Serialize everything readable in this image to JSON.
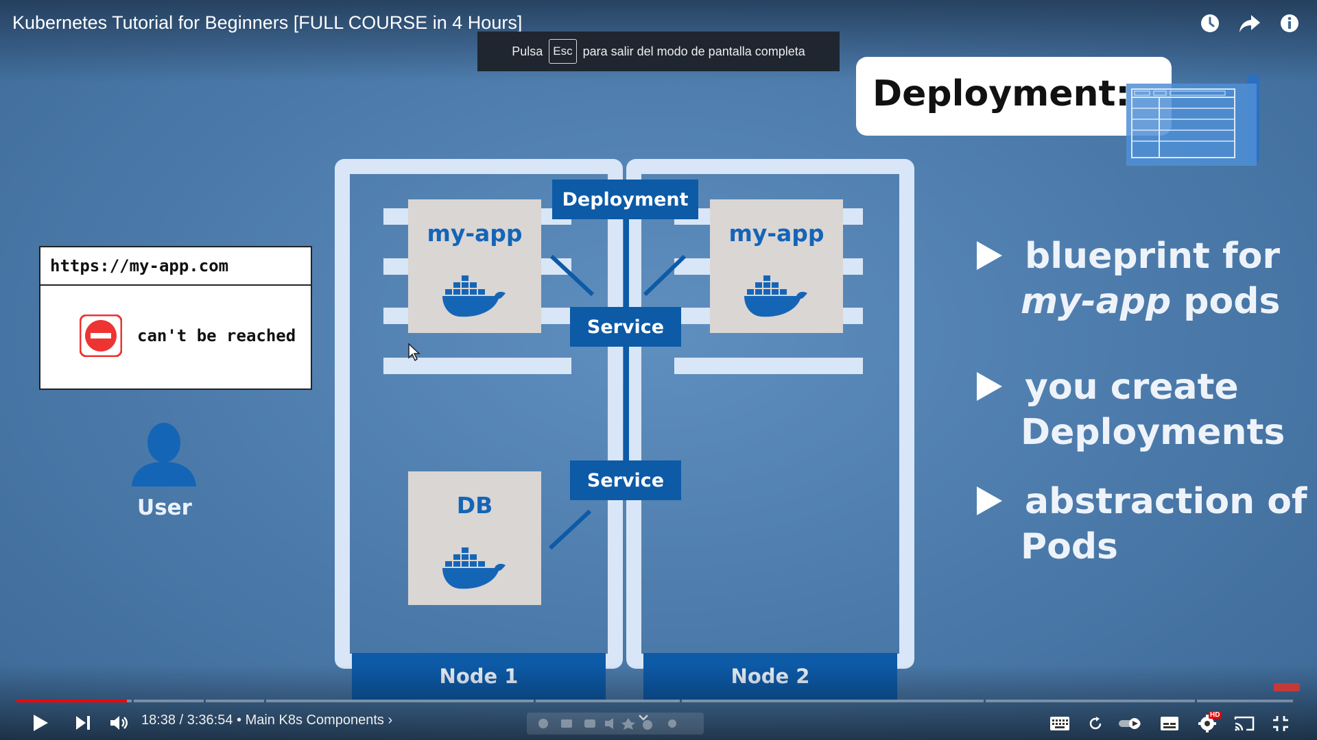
{
  "header": {
    "video_title": "Kubernetes Tutorial for Beginners [FULL COURSE in 4 Hours]",
    "icons": [
      "clock-icon",
      "share-icon",
      "info-icon"
    ]
  },
  "fullscreen_toast": {
    "before": "Pulsa",
    "key": "Esc",
    "after": "para salir del modo de pantalla completa"
  },
  "slide": {
    "card_title": "Deployment:",
    "browser": {
      "url": "https://my-app.com",
      "error": "can't be reached"
    },
    "user_label": "User",
    "deployment_label": "Deployment",
    "service_top": "Service",
    "service_bottom": "Service",
    "pod_left": "my-app",
    "pod_right": "my-app",
    "db_label": "DB",
    "node1": "Node 1",
    "node2": "Node 2",
    "bullets": [
      {
        "line1": "blueprint for",
        "line2_em": "my-app",
        "line2_rest": " pods"
      },
      {
        "line1": "you create",
        "line2": "Deployments"
      },
      {
        "line1": "abstraction of",
        "line2": "Pods"
      }
    ]
  },
  "player": {
    "time": "18:38 / 3:36:54",
    "separator": " • ",
    "chapter": "Main K8s Components",
    "chapter_arrow": "›",
    "progress_fraction": 0.086,
    "accent": "#ff0000",
    "quality_badge": "HD"
  }
}
